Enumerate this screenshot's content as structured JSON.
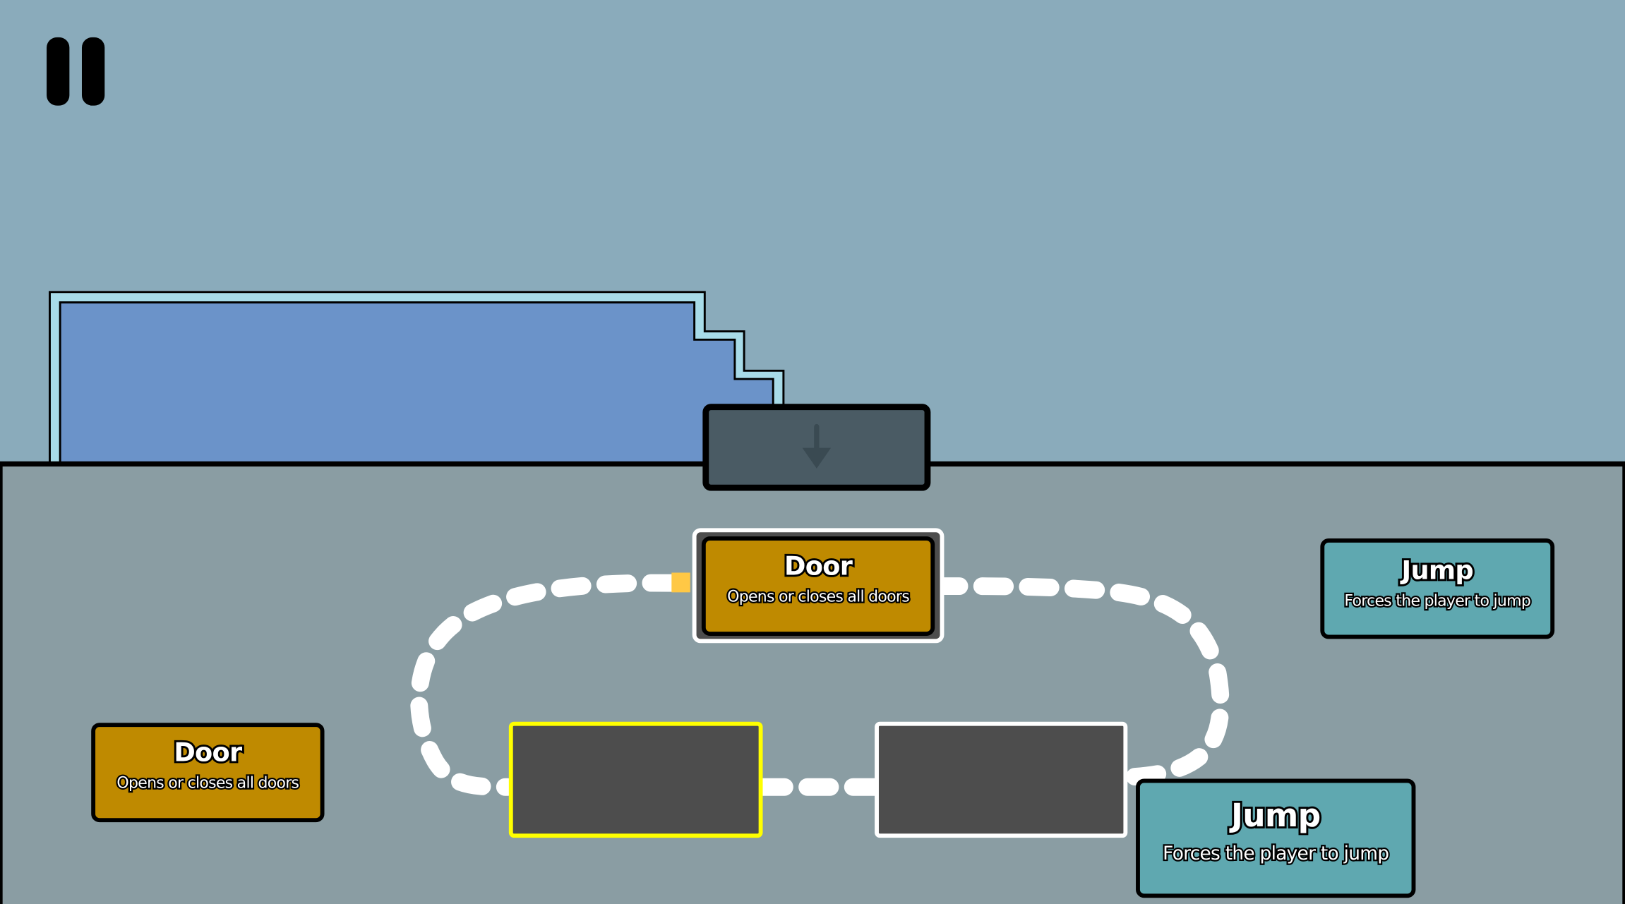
{
  "hud": {
    "pause_icon": "pause-icon"
  },
  "level": {
    "door_block_icon": "arrow-down-icon",
    "colors": {
      "sky": "#8aabbb",
      "ground": "#8a9da3",
      "water": "#6b93c9",
      "water_outline": "#a8dbe8",
      "door_card": "#bf8a00",
      "jump_card": "#5fa8b0",
      "selected_slot": "#ffff00",
      "active_marker": "#ffc845"
    }
  },
  "program": {
    "active_card": {
      "title": "Door",
      "description": "Opens or closes all doors"
    },
    "slots": [
      {
        "state": "selected"
      },
      {
        "state": "empty"
      }
    ]
  },
  "palette": [
    {
      "title": "Jump",
      "description": "Forces the player to jump"
    },
    {
      "title": "Door",
      "description": "Opens or closes all doors"
    },
    {
      "title": "Jump",
      "description": "Forces the player to jump"
    }
  ]
}
